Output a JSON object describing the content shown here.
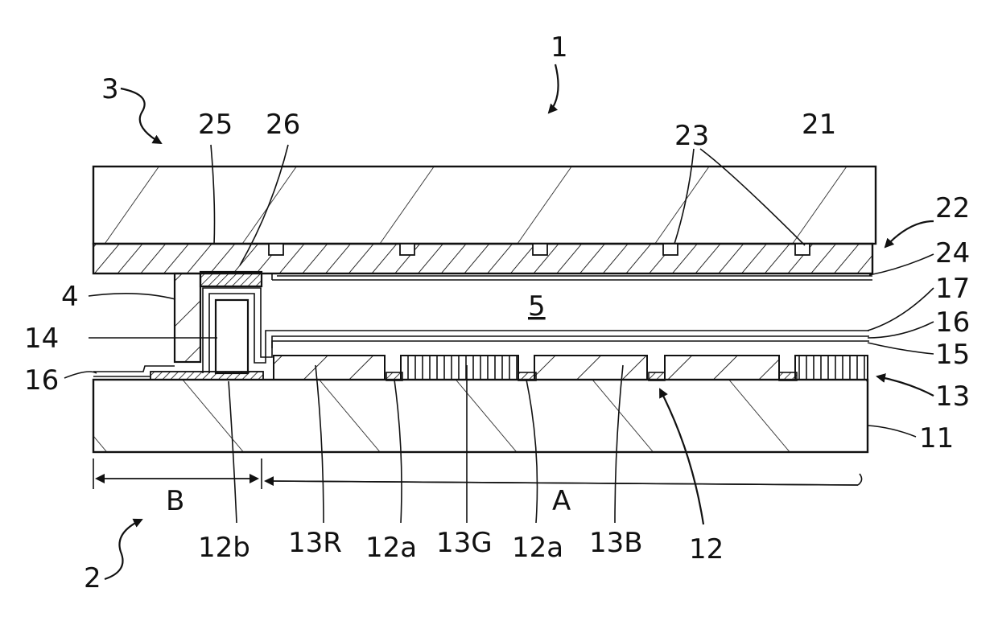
{
  "labels": {
    "device": "1",
    "rear_panel": "2",
    "front_panel": "3",
    "sealant": "4",
    "gap": "5",
    "substrate_lower": "11",
    "electrodes": "12",
    "electrode_a": "12a",
    "electrode_b": "12b",
    "phosphor_layer": "13",
    "phosphor_r": "13R",
    "phosphor_g": "13G",
    "phosphor_b": "13B",
    "barrier": "14",
    "layer15": "15",
    "layer16": "16",
    "layer17": "17",
    "substrate_upper": "21",
    "upper_layer": "22",
    "upper_electrodes": "23",
    "upper_film": "24",
    "layer25": "25",
    "layer26": "26",
    "region_a": "A",
    "region_b": "B"
  },
  "colors": {
    "ink": "#111111",
    "background": "#ffffff"
  }
}
